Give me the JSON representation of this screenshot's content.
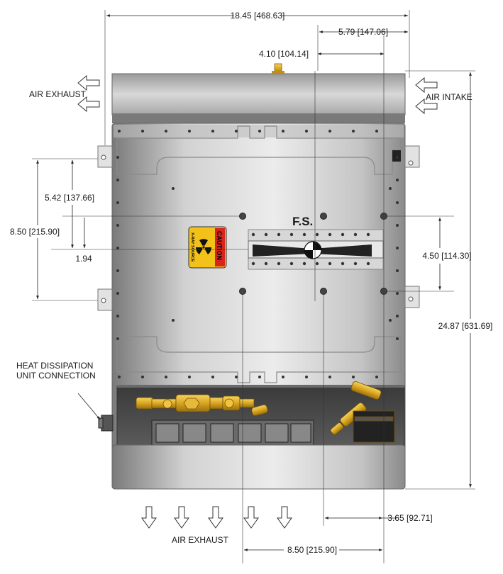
{
  "labels": {
    "air_exhaust_top": "AIR EXHAUST",
    "air_intake": "AIR INTAKE",
    "air_exhaust_bottom": "AIR EXHAUST",
    "heat_line1": "HEAT DISSIPATION",
    "heat_line2": "UNIT CONNECTION",
    "fs": "F.S.",
    "caution": "CAUTION",
    "xray_source": "X-RAY SOURCE"
  },
  "dimensions": {
    "overall_width": "18.45 [468.63]",
    "intake_offset": "5.79 [147.06]",
    "fs_offset": "4.10 [104.14]",
    "upper_holes": "5.42 [137.66]",
    "mount_spacing": "8.50 [215.90]",
    "source_offset": "1.94",
    "right_holes": "4.50 [114.30]",
    "overall_height": "24.87 [631.69]",
    "bottom_offset": "3.65 [92.71]",
    "bottom_span": "8.50 [215.90]"
  },
  "colors": {
    "caution_yellow": "#f2c21b",
    "caution_red": "#d8241c",
    "brass": "#d9a521",
    "enclosure_dark": "#4a4a4a"
  }
}
